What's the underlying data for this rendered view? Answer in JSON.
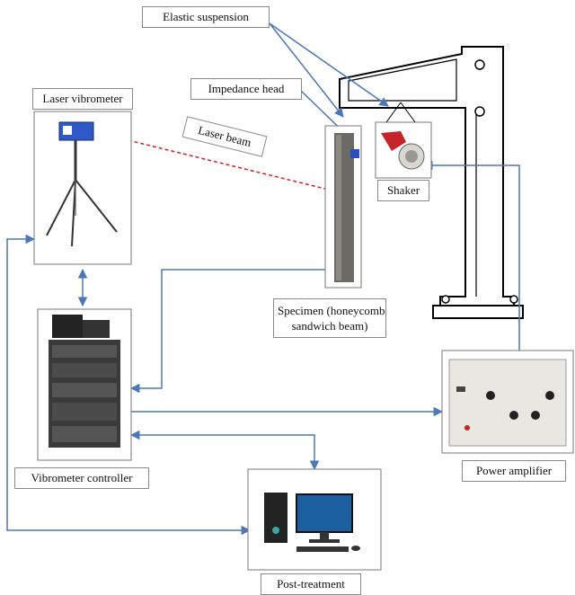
{
  "labels": {
    "elastic_suspension": "Elastic suspension",
    "impedance_head": "Impedance head",
    "laser_vibrometer": "Laser vibrometer",
    "laser_beam": "Laser beam",
    "shaker": "Shaker",
    "specimen_line1": "Specimen (honeycomb",
    "specimen_line2": "sandwich beam)",
    "vibrometer_controller": "Vibrometer controller",
    "power_amplifier": "Power amplifier",
    "post_treatment": "Post-treatment"
  },
  "colors": {
    "arrow": "#4a78b8",
    "laser": "#d62020",
    "frame": "#000000"
  }
}
